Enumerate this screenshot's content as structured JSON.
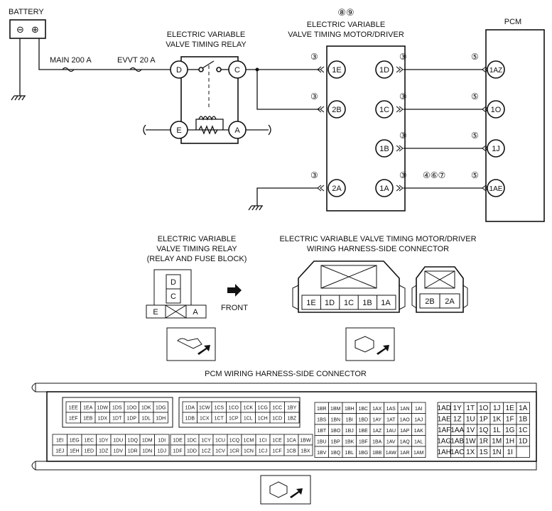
{
  "battery": {
    "label": "BATTERY",
    "minus": "⊖",
    "plus": "⊕"
  },
  "fuses": {
    "main": "MAIN 200 A",
    "evvt": "EVVT 20 A"
  },
  "relay": {
    "title_line1": "ELECTRIC VARIABLE",
    "title_line2": "VALVE TIMING RELAY",
    "terminals": [
      "D",
      "C",
      "E",
      "A"
    ]
  },
  "motor_driver": {
    "notes": "⑧⑨",
    "title_line1": "ELECTRIC VARIABLE",
    "title_line2": "VALVE TIMING MOTOR/DRIVER",
    "left_pins": [
      "1E",
      "2B",
      "2A"
    ],
    "right_pins": [
      "1D",
      "1C",
      "1B",
      "1A"
    ]
  },
  "pcm": {
    "label": "PCM",
    "pins": [
      "1AZ",
      "1O",
      "1J",
      "1AE"
    ]
  },
  "wire_notes": {
    "n3": "③",
    "n5": "⑤",
    "n467": "④⑥⑦"
  },
  "relay_connector": {
    "title_line1": "ELECTRIC VARIABLE",
    "title_line2": "VALVE TIMING RELAY",
    "title_line3": "(RELAY AND FUSE BLOCK)",
    "cells": [
      "D",
      "C",
      "E",
      "A"
    ],
    "front_label": "FRONT"
  },
  "motor_connector": {
    "title_line1": "ELECTRIC VARIABLE VALVE TIMING MOTOR/DRIVER",
    "title_line2": "WIRING HARNESS-SIDE CONNECTOR",
    "main_pins": [
      "1E",
      "1D",
      "1C",
      "1B",
      "1A"
    ],
    "small_pins": [
      "2B",
      "2A"
    ]
  },
  "pcm_connector": {
    "title": "PCM WIRING HARNESS-SIDE CONNECTOR",
    "block1_top": [
      [
        "1EE",
        "1EA",
        "1DW",
        "1DS",
        "1DO",
        "1DK",
        "1DG"
      ],
      [
        "1EF",
        "1EB",
        "1DX",
        "1DT",
        "1DP",
        "1DL",
        "1DH"
      ]
    ],
    "block1_bottom": [
      [
        "1EI",
        "1EG",
        "1EC",
        "1DY",
        "1DU",
        "1DQ",
        "1DM",
        "1DI"
      ],
      [
        "1EJ",
        "1EH",
        "1ED",
        "1DZ",
        "1DV",
        "1DR",
        "1DN",
        "1DJ"
      ]
    ],
    "block2_top": [
      [
        "1DA",
        "1CW",
        "1CS",
        "1CO",
        "1CK",
        "1CG",
        "1CC",
        "1BY"
      ],
      [
        "1DB",
        "1CX",
        "1CT",
        "1CP",
        "1CL",
        "1CH",
        "1CD",
        "1BZ"
      ]
    ],
    "block2_bottom": [
      [
        "1DE",
        "1DC",
        "1CY",
        "1CU",
        "1CQ",
        "1CM",
        "1CI",
        "1CE",
        "1CA",
        "1BW"
      ],
      [
        "1DF",
        "1DD",
        "1CZ",
        "1CV",
        "1CR",
        "1CN",
        "1CJ",
        "1CF",
        "1CB",
        "1BX"
      ]
    ],
    "block3": [
      [
        "1BR",
        "1BM",
        "1BH",
        "1BC",
        "1AX",
        "1AS",
        "1AN",
        "1AI"
      ],
      [
        "1BS",
        "1BN",
        "1BI",
        "1BD",
        "1AY",
        "1AT",
        "1AO",
        "1AJ"
      ],
      [
        "1BT",
        "1BO",
        "1BJ",
        "1BE",
        "1AZ",
        "1AU",
        "1AP",
        "1AK"
      ],
      [
        "1BU",
        "1BP",
        "1BK",
        "1BF",
        "1BA",
        "1AV",
        "1AQ",
        "1AL"
      ],
      [
        "1BV",
        "1BQ",
        "1BL",
        "1BG",
        "1BB",
        "1AW",
        "1AR",
        "1AM"
      ]
    ],
    "block4": [
      [
        "1AD",
        "1Y",
        "1T",
        "1O",
        "1J",
        "1E",
        "1A"
      ],
      [
        "1AE",
        "1Z",
        "1U",
        "1P",
        "1K",
        "1F",
        "1B"
      ],
      [
        "1AF",
        "1AA",
        "1V",
        "1Q",
        "1L",
        "1G",
        "1C"
      ],
      [
        "1AG",
        "1AB",
        "1W",
        "1R",
        "1M",
        "1H",
        "1D"
      ],
      [
        "1AH",
        "1AC",
        "1X",
        "1S",
        "1N",
        "1I",
        ""
      ]
    ]
  }
}
